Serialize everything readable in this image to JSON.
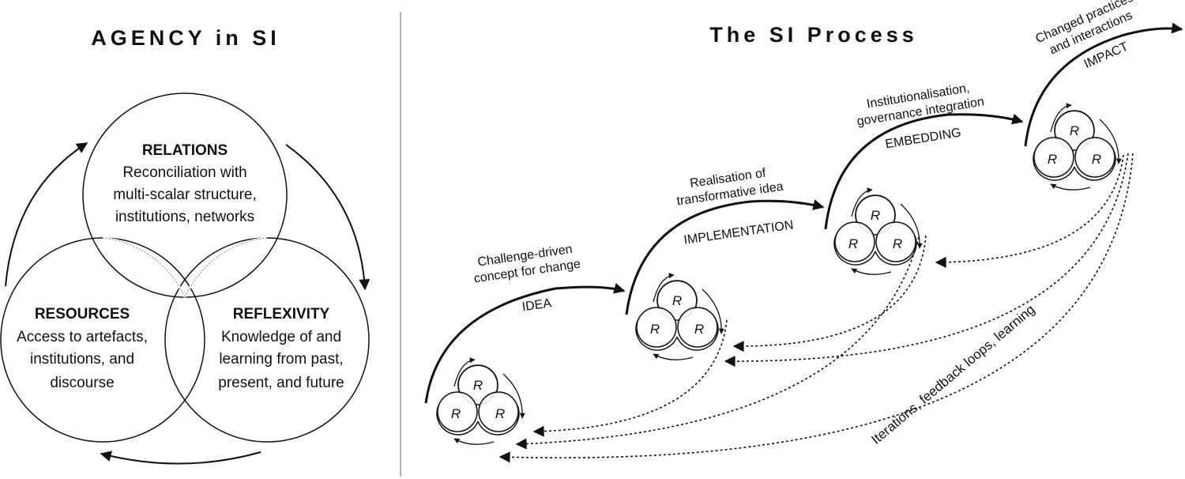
{
  "left_panel": {
    "title": "AGENCY in SI",
    "relations": {
      "heading": "RELATIONS",
      "lines": [
        "Reconciliation with",
        "multi-scalar structure,",
        "institutions, networks"
      ]
    },
    "resources": {
      "heading": "RESOURCES",
      "lines": [
        "Access to artefacts,",
        "institutions, and",
        "discourse"
      ]
    },
    "reflexivity": {
      "heading": "REFLEXIVITY",
      "lines": [
        "Knowledge of and",
        "learning from past,",
        "present, and future"
      ]
    }
  },
  "right_panel": {
    "title": "The SI Process",
    "stages": [
      {
        "stage": "IDEA",
        "description": [
          "Challenge-driven",
          "concept for change"
        ]
      },
      {
        "stage": "IMPLEMENTATION",
        "description": [
          "Realisation of",
          "transformative idea"
        ]
      },
      {
        "stage": "EMBEDDING",
        "description": [
          "Institutionalisation,",
          "governance integration"
        ]
      },
      {
        "stage": "IMPACT",
        "description": [
          "Changed practices",
          "and interactions"
        ]
      }
    ],
    "cluster_letter": "R",
    "feedback_label": "Iterations, feedback loops, learning"
  }
}
